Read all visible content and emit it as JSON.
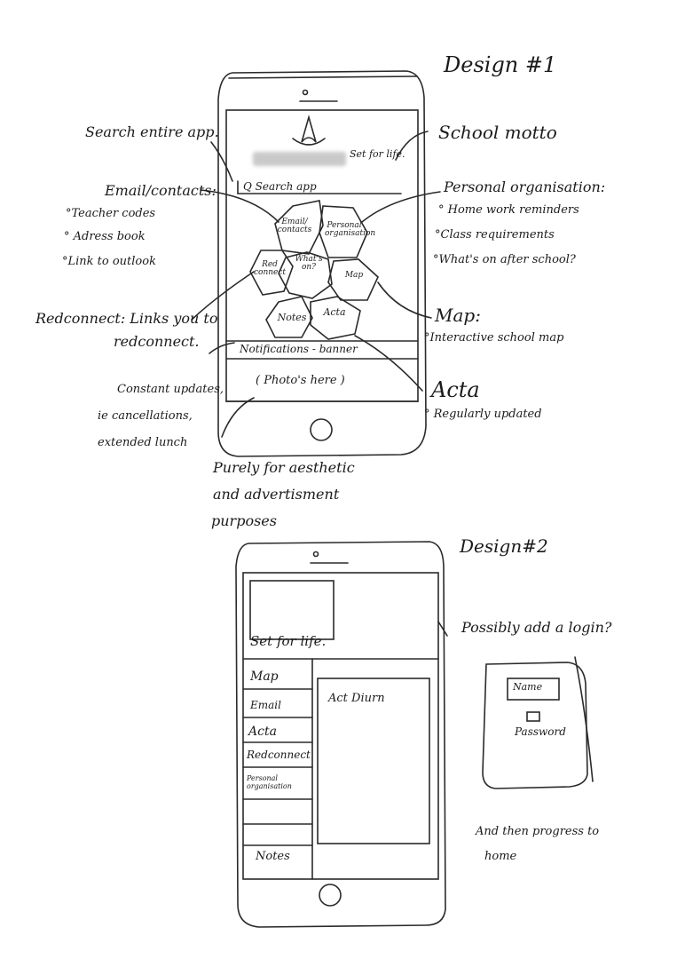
{
  "titles": {
    "design1": "Design #1",
    "design2": "Design#2"
  },
  "phone1": {
    "motto": "Set for life.",
    "search": "Q Search app",
    "hexes": {
      "email": "Email/ contacts",
      "personal": "Personal organisation",
      "center": "What's on?",
      "redconnect": "Red connect",
      "map": "Map",
      "notes": "Notes",
      "acta": "Acta"
    },
    "notifications": "Notifications - banner",
    "photos": "( Photo's here )"
  },
  "annotations": {
    "search_entire": "Search entire app.",
    "school_motto": "School motto",
    "email_head": "Email/contacts:",
    "email_items": [
      "°Teacher codes",
      "° Adress book",
      "°Link to outlook"
    ],
    "personal_head": "Personal organisation:",
    "personal_items": [
      "° Home work reminders",
      "°Class requirements",
      "°What's on after school?"
    ],
    "redconnect_1": "Redconnect: Links you to",
    "redconnect_2": "redconnect.",
    "map_head": "Map:",
    "map_item": "°Interactive school map",
    "constant_1": "Constant updates,",
    "constant_2": "ie cancellations,",
    "constant_3": "extended lunch",
    "acta_head": "Acta",
    "acta_item": "° Regularly updated",
    "purely_1": "Purely for aesthetic",
    "purely_2": "and advertisment",
    "purely_3": "purposes"
  },
  "phone2": {
    "motto": "Set for life.",
    "menu": [
      "Map",
      "Email",
      "Acta",
      "Redconnect",
      "Personal organisation",
      "Notes"
    ],
    "acta_diurna": "Act Diurn"
  },
  "login": {
    "prompt": "Possibly add a login?",
    "name": "Name",
    "password": "Password",
    "then_1": "And then progress to",
    "then_2": "home"
  }
}
